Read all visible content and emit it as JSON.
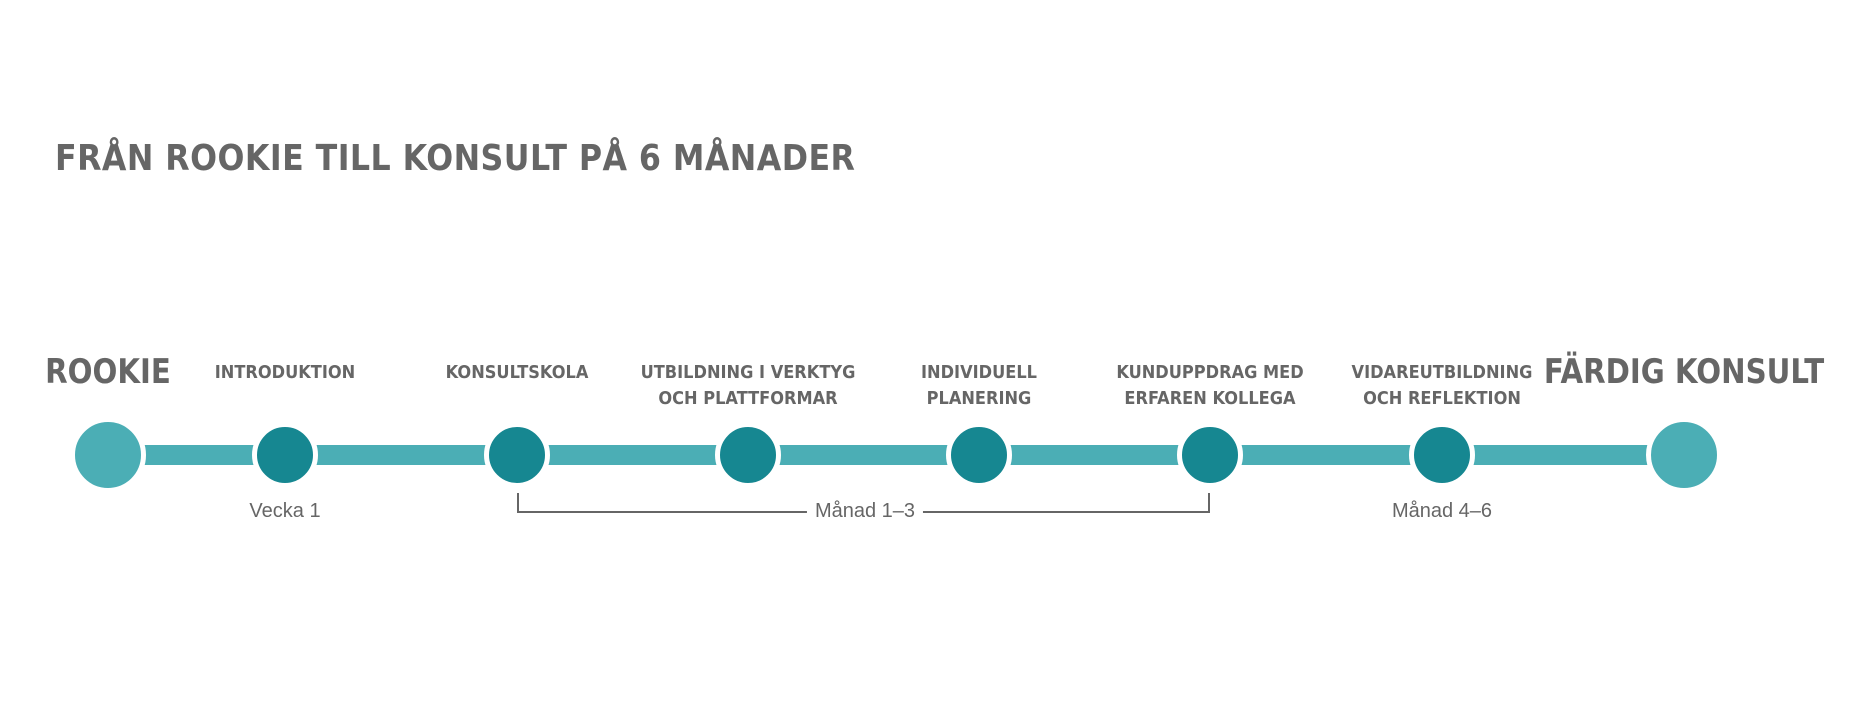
{
  "title": "FRÅN ROOKIE TILL KONSULT PÅ 6 MÅNADER",
  "start_label": "ROOKIE",
  "end_label": "FÄRDIG KONSULT",
  "steps": [
    {
      "line1": "INTRODUKTION",
      "line2": ""
    },
    {
      "line1": "KONSULTSKOLA",
      "line2": ""
    },
    {
      "line1": "UTBILDNING I VERKTYG",
      "line2": "OCH PLATTFORMAR"
    },
    {
      "line1": "INDIVIDUELL",
      "line2": "PLANERING"
    },
    {
      "line1": "KUNDUPPDRAG MED",
      "line2": "ERFAREN KOLLEGA"
    },
    {
      "line1": "VIDAREUTBILDNING",
      "line2": "OCH REFLEKTION"
    }
  ],
  "periods": {
    "week1": "Vecka 1",
    "month1_3": "Månad 1–3",
    "month4_6": "Månad 4–6"
  },
  "colors": {
    "track": "#4baeb5",
    "step_node": "#168791",
    "text": "#666666"
  }
}
